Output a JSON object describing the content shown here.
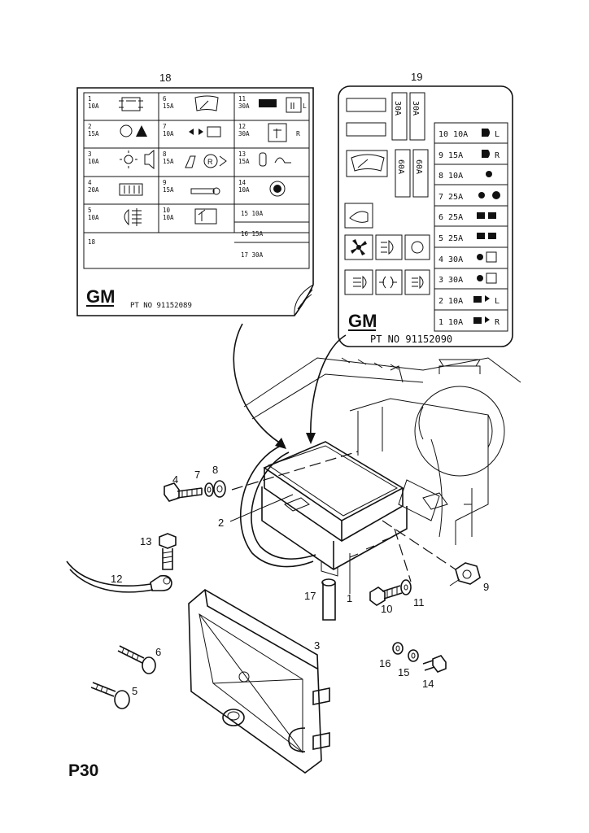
{
  "page_code": "P30",
  "fuse_card_18": {
    "callout": "18",
    "cells": [
      {
        "num": "1",
        "amp": "10A"
      },
      {
        "num": "2",
        "amp": "15A"
      },
      {
        "num": "3",
        "amp": "10A"
      },
      {
        "num": "4",
        "amp": "20A"
      },
      {
        "num": "5",
        "amp": "10A"
      },
      {
        "num": "6",
        "amp": "15A"
      },
      {
        "num": "7",
        "amp": "10A"
      },
      {
        "num": "8",
        "amp": "15A"
      },
      {
        "num": "9",
        "amp": "15A"
      },
      {
        "num": "10",
        "amp": "10A"
      },
      {
        "num": "11",
        "amp": "30A",
        "suffix": "L"
      },
      {
        "num": "12",
        "amp": "30A",
        "suffix": "R"
      },
      {
        "num": "13",
        "amp": "15A"
      },
      {
        "num": "14",
        "amp": "10A"
      }
    ],
    "extra_rows": [
      "15  10A",
      "16  15A",
      "17  30A"
    ],
    "footer_num": "18",
    "logo": "GM",
    "part_no": "PT NO 91152089"
  },
  "fuse_card_19": {
    "callout": "19",
    "large_fuses": [
      "30A",
      "30A",
      "60A",
      "60A"
    ],
    "rows": [
      "10  10A",
      "9  15A",
      "8  10A",
      "7  25A",
      "6  25A",
      "5  25A",
      "4  30A",
      "3  30A",
      "2  10A",
      "1  10A"
    ],
    "row_suffix": [
      "L",
      "R",
      "",
      "",
      "",
      "",
      "",
      "",
      "L",
      "R"
    ],
    "logo": "GM",
    "part_no": "PT NO 91152090"
  },
  "callouts": [
    {
      "id": "1",
      "label": "1"
    },
    {
      "id": "2",
      "label": "2"
    },
    {
      "id": "3",
      "label": "3"
    },
    {
      "id": "4",
      "label": "4"
    },
    {
      "id": "5",
      "label": "5"
    },
    {
      "id": "6",
      "label": "6"
    },
    {
      "id": "7",
      "label": "7"
    },
    {
      "id": "8",
      "label": "8"
    },
    {
      "id": "9",
      "label": "9"
    },
    {
      "id": "10",
      "label": "10"
    },
    {
      "id": "11",
      "label": "11"
    },
    {
      "id": "12",
      "label": "12"
    },
    {
      "id": "13",
      "label": "13"
    },
    {
      "id": "14",
      "label": "14"
    },
    {
      "id": "15",
      "label": "15"
    },
    {
      "id": "16",
      "label": "16"
    },
    {
      "id": "17",
      "label": "17"
    }
  ]
}
